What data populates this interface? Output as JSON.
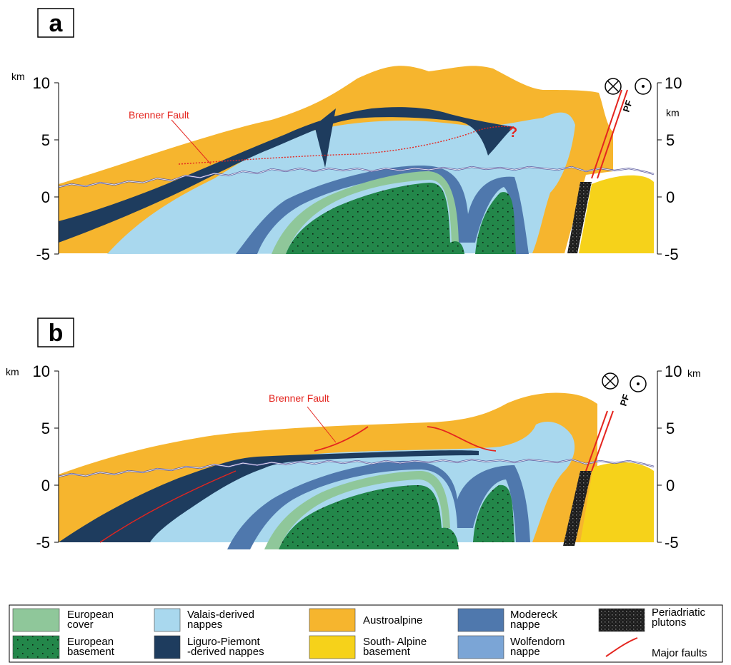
{
  "colors": {
    "european_cover": "#8fc79a",
    "european_basement": "#23874a",
    "valais": "#a9d8ee",
    "liguro": "#1e3c5e",
    "austroalpine": "#f6b52e",
    "south_alpine": "#f6d21a",
    "modereck": "#4f78ad",
    "wolfendorn": "#7ba5d6",
    "periadriatic": "#2b2b2b",
    "fault": "#e4251f",
    "topo": "#5a5a9e"
  },
  "panel_a": {
    "label": "a",
    "left_unit": "km",
    "right_unit": "km",
    "left_ticks": [
      "10",
      "5",
      "0",
      "-5"
    ],
    "right_ticks": [
      "10",
      "5",
      "0",
      "-5"
    ],
    "fault_label": "Brenner Fault",
    "question_mark": "?",
    "pf_label": "PF"
  },
  "panel_b": {
    "label": "b",
    "left_unit": "km",
    "right_unit": "km",
    "left_ticks": [
      "10",
      "5",
      "0",
      "-5"
    ],
    "right_ticks": [
      "10",
      "5",
      "0",
      "-5"
    ],
    "fault_label": "Brenner Fault",
    "pf_label": "PF"
  },
  "legend": {
    "european_cover": [
      "European",
      "cover"
    ],
    "european_basement": [
      "European",
      "basement"
    ],
    "valais": [
      "Valais-derived",
      "nappes"
    ],
    "liguro": [
      "Liguro-Piemont",
      "-derived nappes"
    ],
    "austroalpine": [
      "Austroalpine"
    ],
    "south_alpine": [
      "South- Alpine",
      "basement"
    ],
    "modereck": [
      "Modereck",
      "nappe"
    ],
    "wolfendorn": [
      "Wolfendorn",
      "nappe"
    ],
    "periadriatic": [
      "Periadriatic",
      "plutons"
    ],
    "faults": [
      "Major faults"
    ]
  }
}
